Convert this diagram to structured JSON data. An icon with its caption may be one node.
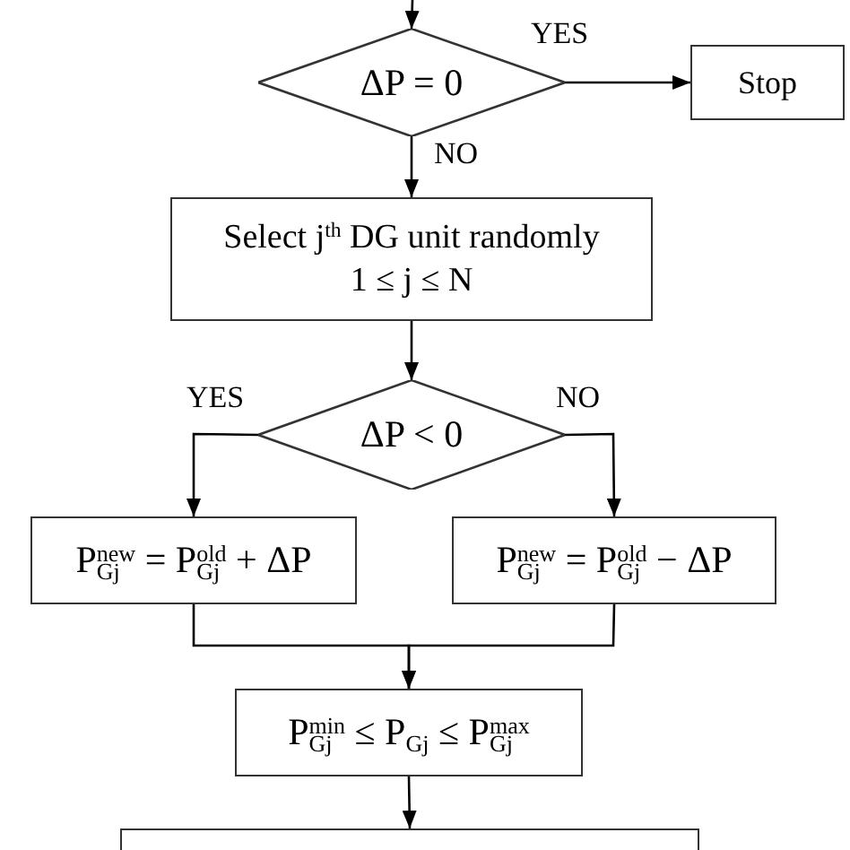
{
  "diagram": {
    "nodes": [
      {
        "text": [
          "ΔP = 0"
        ]
      },
      {
        "text": [
          "Stop"
        ]
      },
      {
        "text": [
          "Select j$^{th}$ DG unit randomly",
          "1 ≤ j ≤ N"
        ]
      },
      {
        "text": [
          "ΔP < 0"
        ]
      },
      {
        "text": [
          "P$_{Gj}$$^{new}$ = P$_{Gj}$$^{old}$ + ΔP"
        ]
      },
      {
        "text": [
          "P$_{Gj}$$^{new}$ = P$_{Gj}$$^{old}$ − ΔP"
        ]
      },
      {
        "text": [
          "P$_{Gj}$$^{min}$ ≤ P$_{Gj}$ ≤ P$_{Gj}$$^{max}$"
        ]
      },
      {
        "text": [],
        "shape": "box"
      }
    ],
    "edges": [
      {
        "from": null,
        "to": 0,
        "arrow": "to"
      },
      {
        "from": 0,
        "to": 1,
        "arrow": "to",
        "label": "YES"
      },
      {
        "from": 0,
        "to": 2,
        "arrow": "to",
        "label": "NO"
      },
      {
        "from": 2,
        "to": 3,
        "arrow": "to"
      },
      {
        "from": 3,
        "to": 4,
        "arrow": "to",
        "label": "YES"
      },
      {
        "from": 3,
        "to": 5,
        "arrow": "to",
        "label": "NO"
      },
      {
        "from": 4,
        "to": 6,
        "arrow": "to"
      },
      {
        "from": 5,
        "to": 6,
        "arrow": "to"
      },
      {
        "from": 6,
        "to": 7,
        "arrow": "to"
      }
    ]
  }
}
